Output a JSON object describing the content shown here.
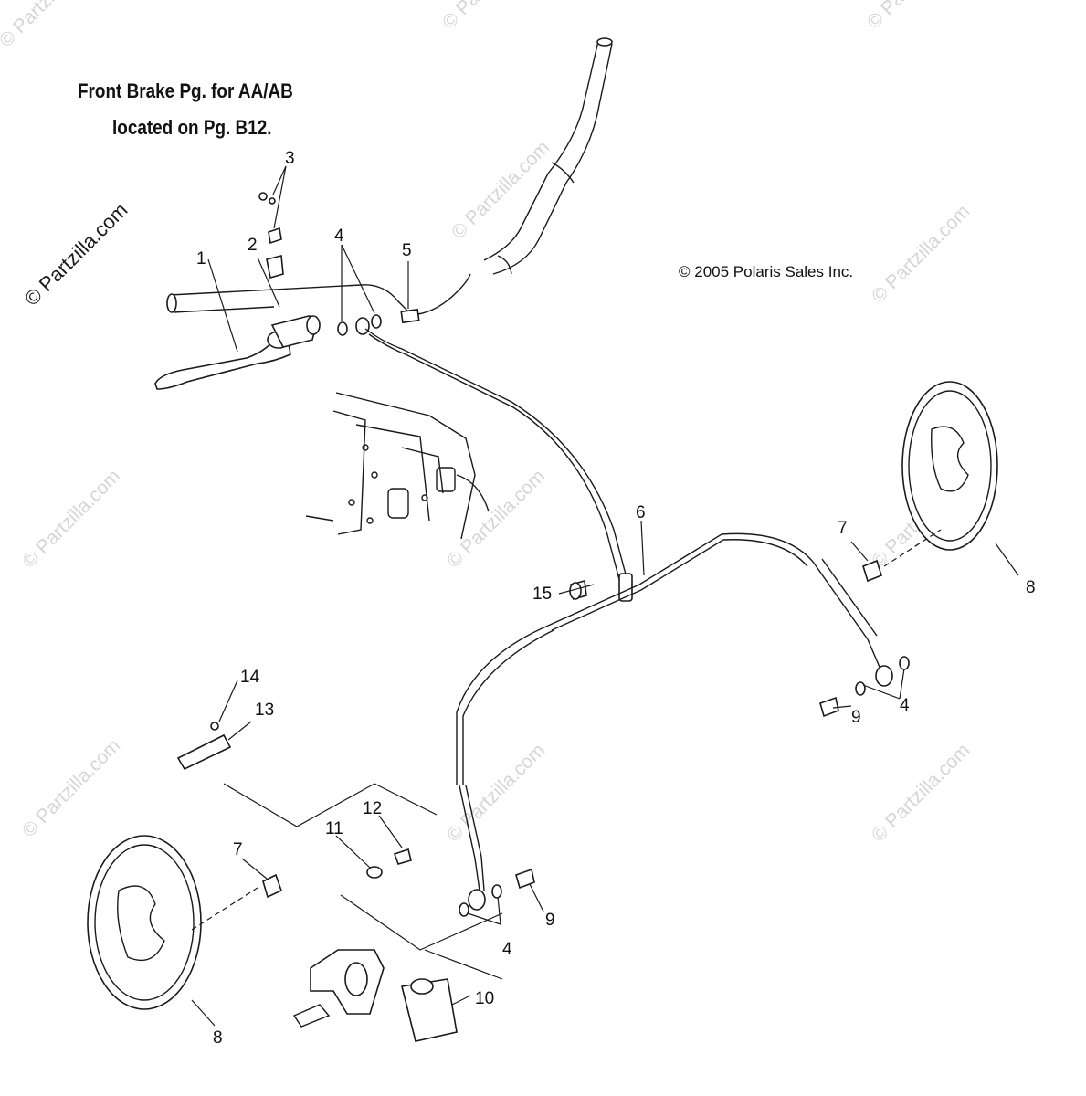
{
  "notes": {
    "line1": "Front Brake Pg. for AA/AB",
    "line2": "located on Pg. B12."
  },
  "copyright": "© 2005 Polaris Sales Inc.",
  "watermark": "© Partzilla.com",
  "callouts": {
    "c1": "1",
    "c2": "2",
    "c3": "3",
    "c4a": "4",
    "c4b": "4",
    "c4c": "4",
    "c5": "5",
    "c6": "6",
    "c7a": "7",
    "c7b": "7",
    "c8a": "8",
    "c8b": "8",
    "c9a": "9",
    "c9b": "9",
    "c10": "10",
    "c11": "11",
    "c12": "12",
    "c13": "13",
    "c14": "14",
    "c15": "15"
  }
}
